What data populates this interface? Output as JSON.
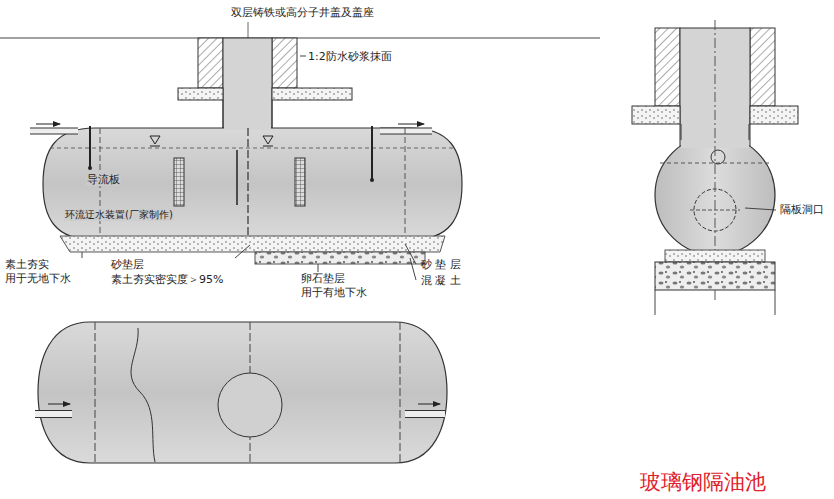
{
  "diagram": {
    "caption": "玻璃钢隔油池",
    "labels": [
      "双层铸铁或高分子井盖及盖座",
      "1:2防水砂浆抹面",
      "导流板",
      "环流迂水装置(厂家制作)",
      "素土夯实",
      "用于无地下水",
      "砂垫层",
      "素土夯实密实度＞95%",
      "卵石垫层",
      "用于有地下水",
      "砂 垫 层",
      "混 凝 土",
      "隔板洞口"
    ]
  }
}
